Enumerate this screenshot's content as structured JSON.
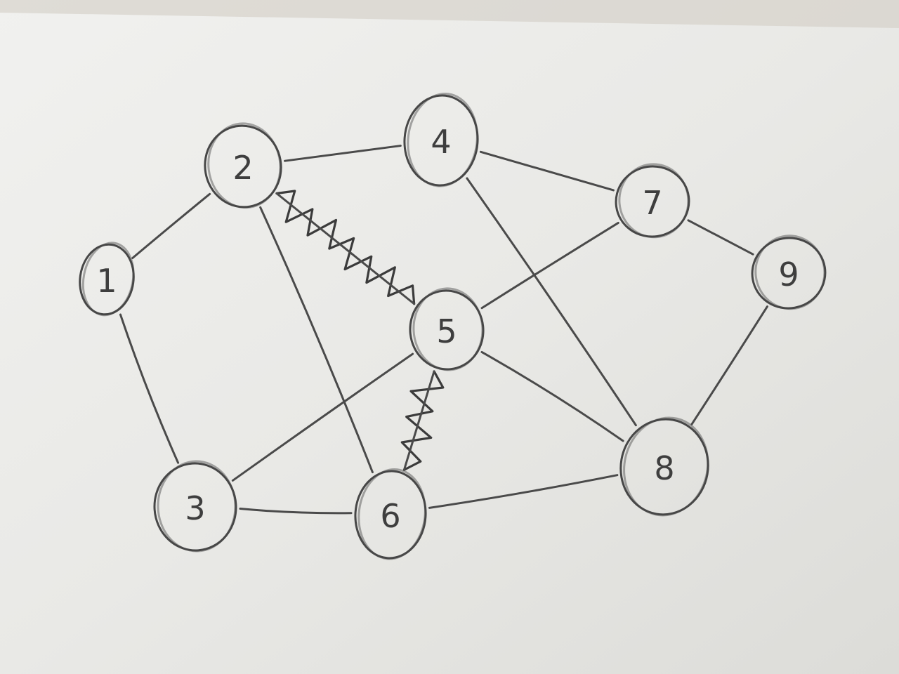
{
  "diagram": {
    "nodes": [
      {
        "id": "1",
        "label": "1"
      },
      {
        "id": "2",
        "label": "2"
      },
      {
        "id": "3",
        "label": "3"
      },
      {
        "id": "4",
        "label": "4"
      },
      {
        "id": "5",
        "label": "5"
      },
      {
        "id": "6",
        "label": "6"
      },
      {
        "id": "7",
        "label": "7"
      },
      {
        "id": "8",
        "label": "8"
      },
      {
        "id": "9",
        "label": "9"
      }
    ],
    "edges": [
      {
        "from": "1",
        "to": "2",
        "crossed_out": false
      },
      {
        "from": "1",
        "to": "3",
        "crossed_out": false
      },
      {
        "from": "2",
        "to": "4",
        "crossed_out": false
      },
      {
        "from": "2",
        "to": "6",
        "crossed_out": false
      },
      {
        "from": "2",
        "to": "5",
        "crossed_out": true
      },
      {
        "from": "4",
        "to": "7",
        "crossed_out": false
      },
      {
        "from": "4",
        "to": "8",
        "crossed_out": false
      },
      {
        "from": "7",
        "to": "9",
        "crossed_out": false
      },
      {
        "from": "7",
        "to": "5",
        "crossed_out": false
      },
      {
        "from": "9",
        "to": "8",
        "crossed_out": false
      },
      {
        "from": "5",
        "to": "3",
        "crossed_out": false
      },
      {
        "from": "5",
        "to": "8",
        "crossed_out": false
      },
      {
        "from": "5",
        "to": "6",
        "crossed_out": true
      },
      {
        "from": "3",
        "to": "6",
        "crossed_out": false
      },
      {
        "from": "6",
        "to": "8",
        "crossed_out": false
      }
    ]
  }
}
